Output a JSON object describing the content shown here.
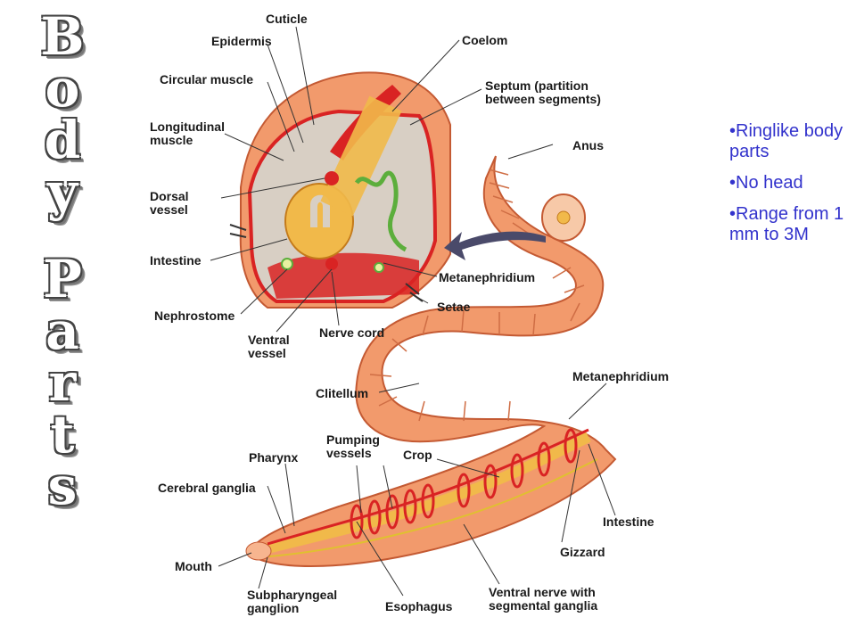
{
  "title_letters": [
    "B",
    "o",
    "d",
    "y",
    " ",
    "P",
    "a",
    "r",
    "t",
    "s"
  ],
  "bullets": [
    "•Ringlike body parts",
    "•No head",
    "•Range from 1 mm to 3M"
  ],
  "labels": {
    "cuticle": "Cuticle",
    "epidermis": "Epidermis",
    "coelom": "Coelom",
    "circular_muscle": "Circular muscle",
    "septum": "Septum (partition between segments)",
    "longitudinal_muscle": "Longitudinal muscle",
    "anus": "Anus",
    "dorsal_vessel": "Dorsal vessel",
    "intestine_top": "Intestine",
    "metanephridium_top": "Metanephridium",
    "setae": "Setae",
    "nephrostome": "Nephrostome",
    "nerve_cord": "Nerve cord",
    "ventral_vessel": "Ventral vessel",
    "clitellum": "Clitellum",
    "metanephridium_right": "Metanephridium",
    "pumping_vessels": "Pumping vessels",
    "pharynx": "Pharynx",
    "crop": "Crop",
    "cerebral_ganglia": "Cerebral ganglia",
    "intestine_bottom": "Intestine",
    "gizzard": "Gizzard",
    "mouth": "Mouth",
    "subpharyngeal_ganglion": "Subpharyngeal ganglion",
    "esophagus": "Esophagus",
    "ventral_nerve": "Ventral nerve with segmental ganglia"
  },
  "colors": {
    "body": "#f29a6c",
    "body_dark": "#d9653c",
    "vessel": "#d92323",
    "gut": "#f1b94a",
    "nephridium": "#5cae3c",
    "bullet_text": "#3333cc"
  }
}
